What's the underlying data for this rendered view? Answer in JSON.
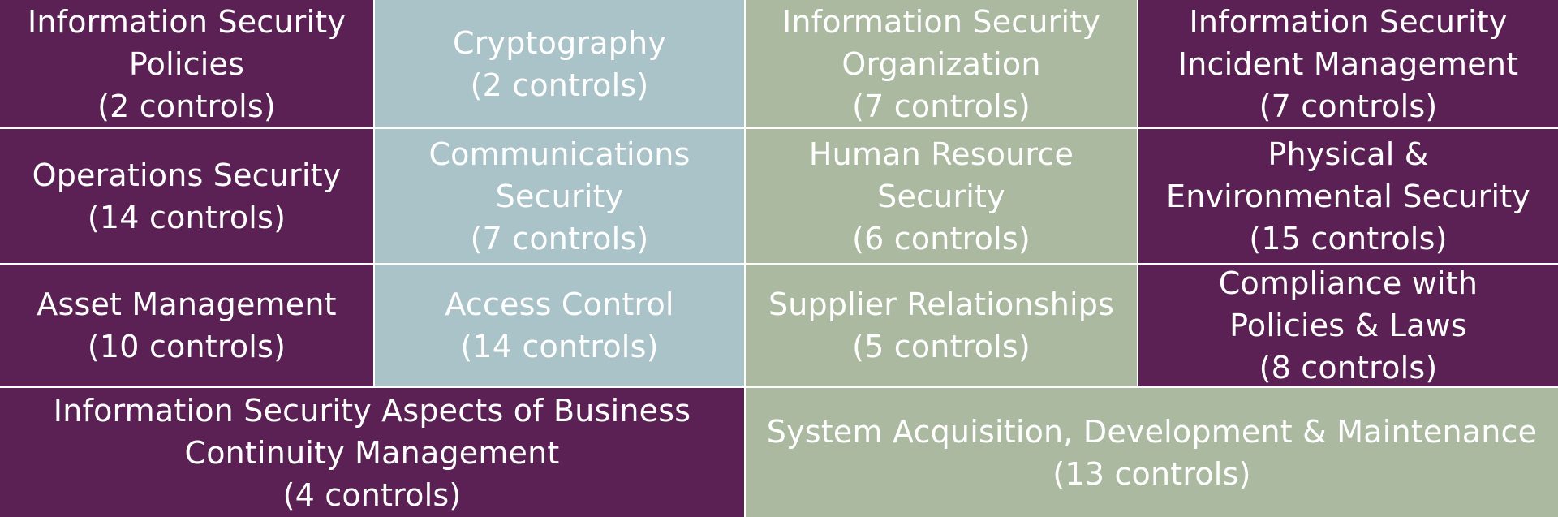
{
  "cells": [
    {
      "lines": [
        "Information Security",
        "Policies",
        "(2 controls)"
      ],
      "color": "#5b2154"
    },
    {
      "lines": [
        "Cryptography",
        "(2 controls)"
      ],
      "color": "#a9c3c8"
    },
    {
      "lines": [
        "Information Security",
        "Organization",
        "(7 controls)"
      ],
      "color": "#aab9a0"
    },
    {
      "lines": [
        "Information Security",
        "Incident Management",
        "(7 controls)"
      ],
      "color": "#5b2154"
    },
    {
      "lines": [
        "Operations Security",
        "(14 controls)"
      ],
      "color": "#5b2154"
    },
    {
      "lines": [
        "Communications",
        "Security",
        "(7 controls)"
      ],
      "color": "#a9c3c8"
    },
    {
      "lines": [
        "Human Resource",
        "Security",
        "(6 controls)"
      ],
      "color": "#aab9a0"
    },
    {
      "lines": [
        "Physical &",
        "Environmental Security",
        "(15 controls)"
      ],
      "color": "#5b2154"
    },
    {
      "lines": [
        "Asset Management",
        "(10 controls)"
      ],
      "color": "#5b2154"
    },
    {
      "lines": [
        "Access Control",
        "(14 controls)"
      ],
      "color": "#a9c3c8"
    },
    {
      "lines": [
        "Supplier Relationships",
        "(5 controls)"
      ],
      "color": "#aab9a0"
    },
    {
      "lines": [
        "Compliance with",
        "Policies & Laws",
        "(8 controls)"
      ],
      "color": "#5b2154"
    },
    {
      "lines": [
        "Information Security Aspects of Business",
        "Continuity Management",
        "(4 controls)"
      ],
      "color": "#5b2154"
    },
    {
      "lines": [
        "System Acquisition, Development & Maintenance",
        "(13 controls)"
      ],
      "color": "#aab9a0"
    }
  ]
}
